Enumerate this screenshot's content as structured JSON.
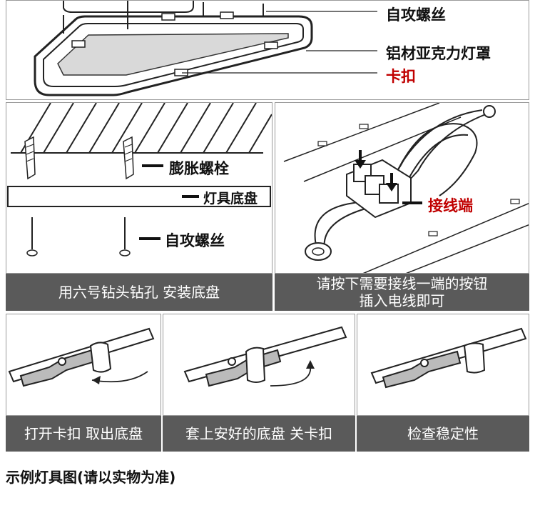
{
  "top": {
    "label_screw": "自攻螺丝",
    "label_cover": "铝材亚克力灯罩",
    "label_clip": "卡扣"
  },
  "step1": {
    "label_bolt": "膨胀螺栓",
    "label_base": "灯具底盘",
    "label_screw": "自攻螺丝",
    "caption": "用六号钻头钻孔 安装底盘"
  },
  "step2": {
    "label_terminal": "接线端",
    "caption_line1": "请按下需要接线一端的按钮",
    "caption_line2": "插入电线即可"
  },
  "step3": {
    "caption": "打开卡扣 取出底盘"
  },
  "step4": {
    "caption": "套上安好的底盘 关卡扣"
  },
  "step5": {
    "caption": "检查稳定性"
  },
  "footer": {
    "note": "示例灯具图(请以实物为准)"
  },
  "colors": {
    "caption_bg": "#5a5a5a",
    "accent_red": "#c00000"
  }
}
